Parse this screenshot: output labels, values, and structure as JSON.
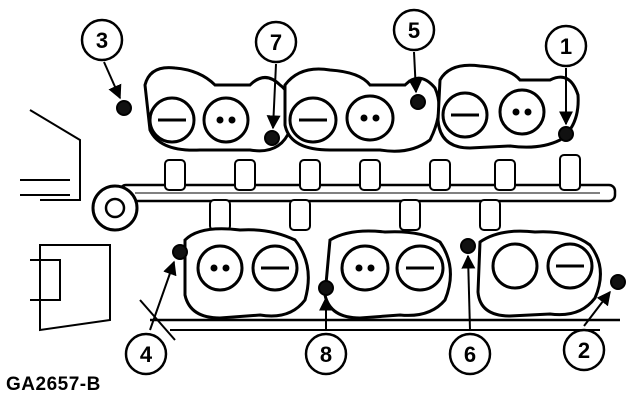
{
  "figure": {
    "code": "GA2657-B",
    "callouts": [
      "1",
      "2",
      "3",
      "4",
      "5",
      "6",
      "7",
      "8"
    ]
  }
}
